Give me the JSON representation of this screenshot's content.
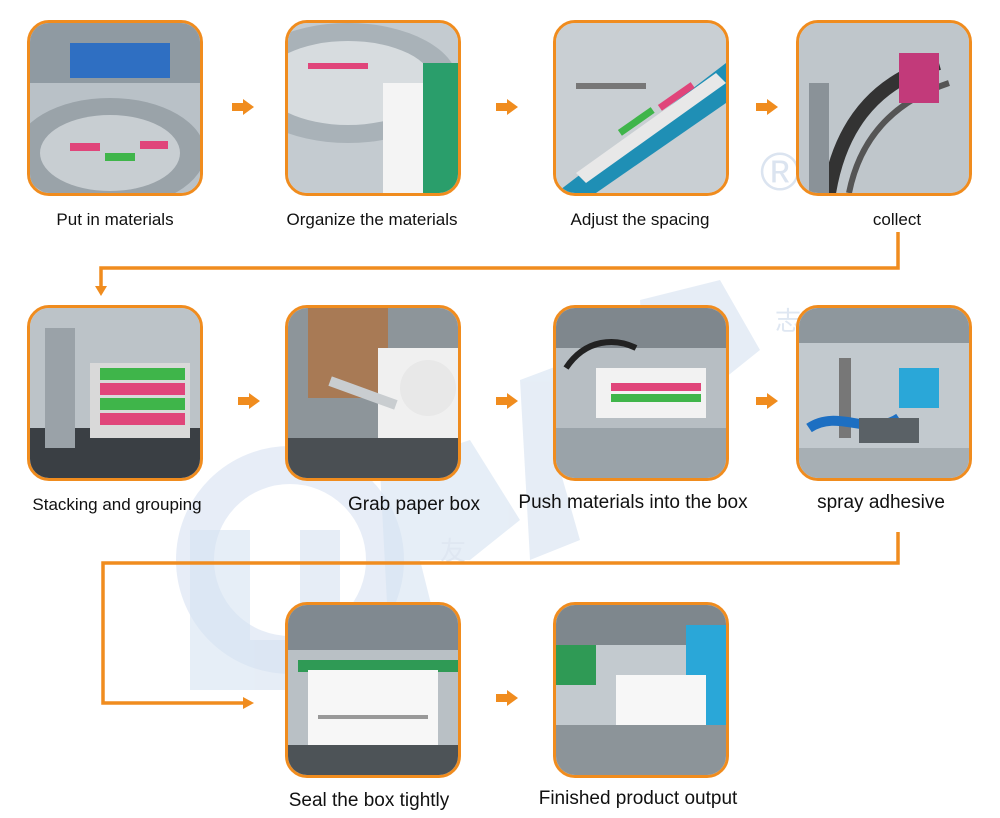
{
  "steps": [
    {
      "label": "Put in materials"
    },
    {
      "label": "Organize the materials"
    },
    {
      "label": "Adjust the spacing"
    },
    {
      "label": "collect"
    },
    {
      "label": "Stacking and grouping"
    },
    {
      "label": "Grab paper box"
    },
    {
      "label": "Push materials into the box"
    },
    {
      "label": "spray adhesive"
    },
    {
      "label": "Seal the box tightly"
    },
    {
      "label": "Finished product output"
    }
  ],
  "watermark": {
    "brand": "UPPER",
    "mark": "®",
    "cn_chars": [
      "友",
      "志"
    ]
  },
  "colors": {
    "accent": "#f08c1e",
    "watermark": "#cfdcef"
  }
}
